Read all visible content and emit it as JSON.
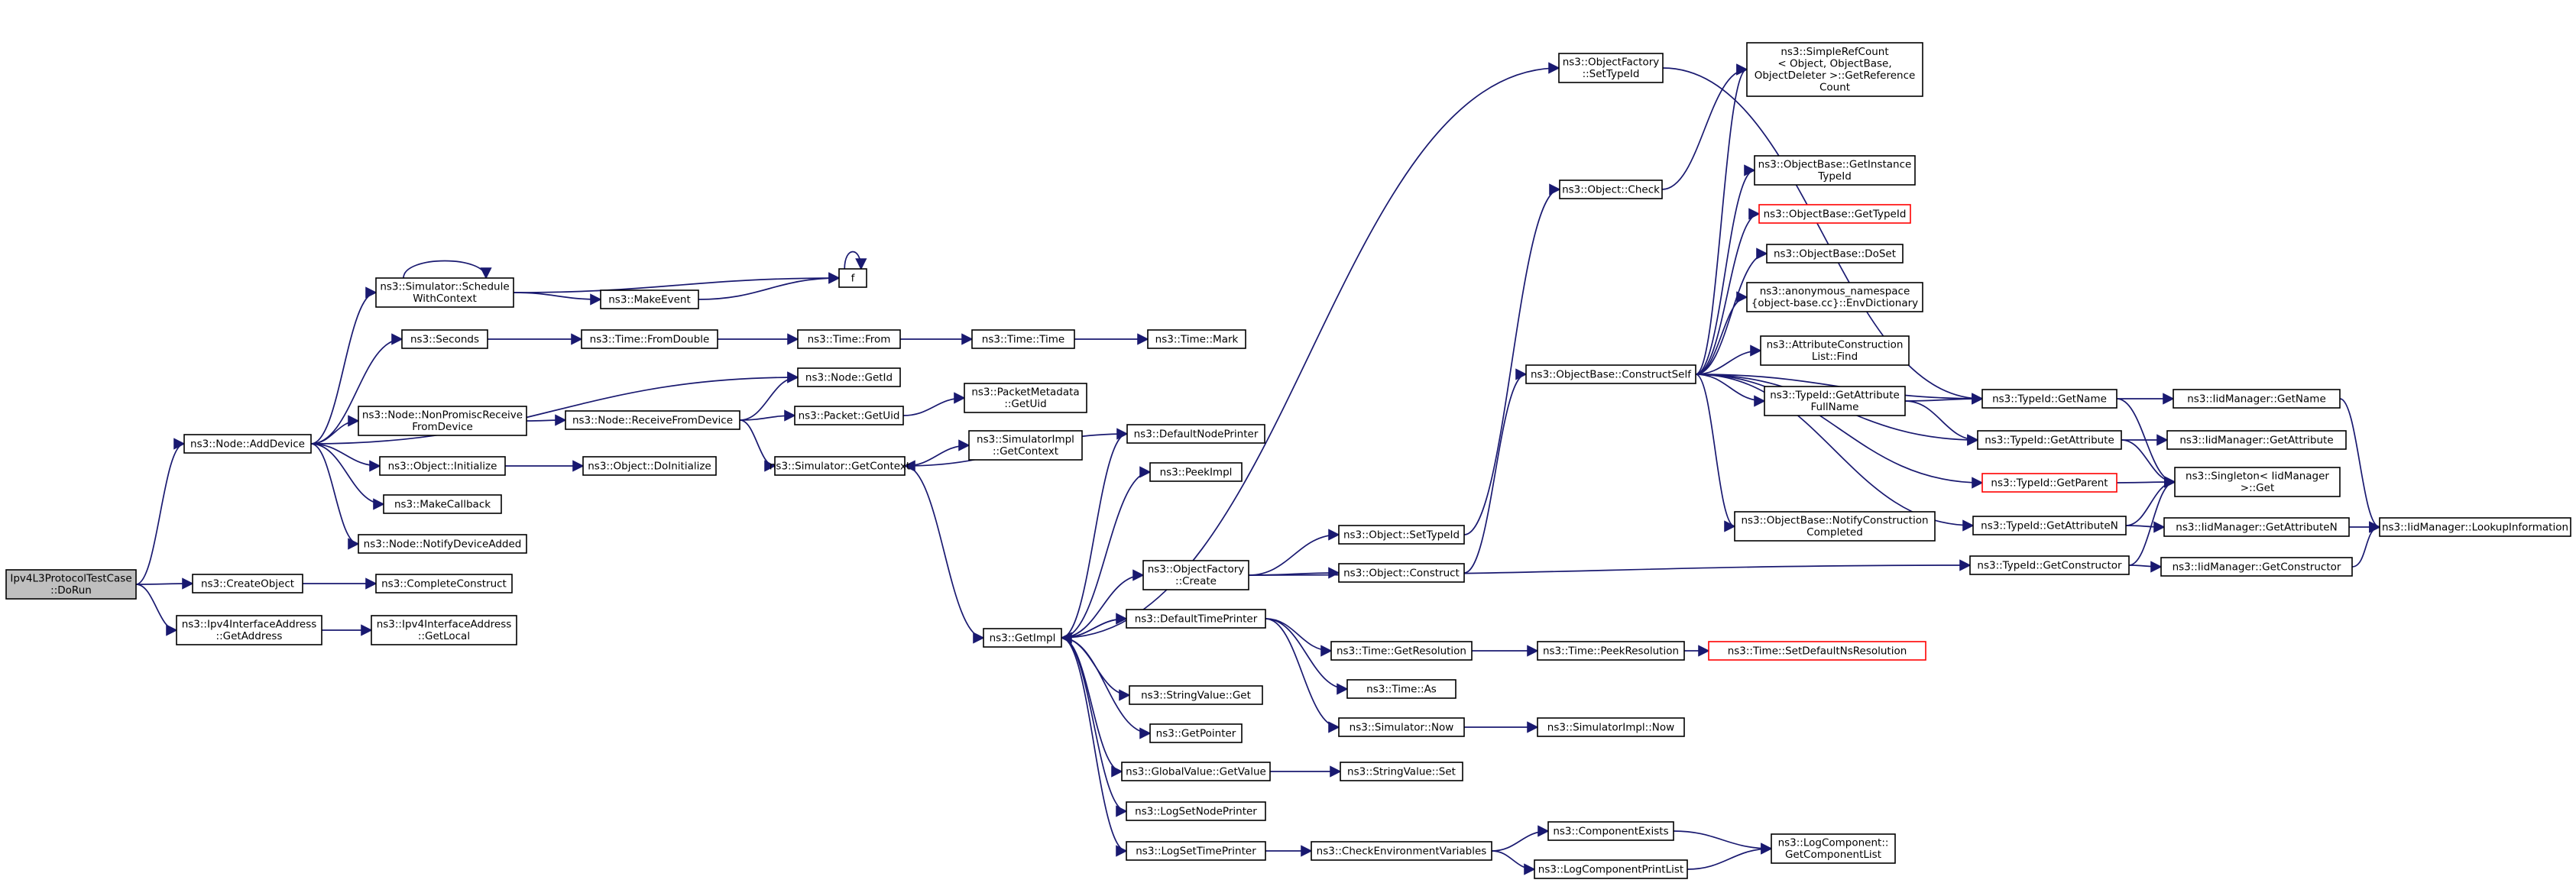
{
  "graph": {
    "root": "n1",
    "nodes": [
      {
        "id": "n1",
        "lines": [
          "Ipv4L3ProtocolTestCase",
          "::DoRun"
        ],
        "root": true
      },
      {
        "id": "n2",
        "lines": [
          "ns3::Node::AddDevice"
        ]
      },
      {
        "id": "n3",
        "lines": [
          "ns3::CreateObject"
        ]
      },
      {
        "id": "n4",
        "lines": [
          "ns3::Ipv4InterfaceAddress",
          "::GetAddress"
        ]
      },
      {
        "id": "n5",
        "lines": [
          "ns3::Simulator::Schedule",
          "WithContext"
        ]
      },
      {
        "id": "n6",
        "lines": [
          "ns3::Seconds"
        ]
      },
      {
        "id": "n7",
        "lines": [
          "ns3::Node::GetId"
        ]
      },
      {
        "id": "n8",
        "lines": [
          "ns3::Node::NonPromiscReceive",
          "FromDevice"
        ]
      },
      {
        "id": "n9",
        "lines": [
          "ns3::Object::Initialize"
        ]
      },
      {
        "id": "n10",
        "lines": [
          "ns3::MakeCallback"
        ]
      },
      {
        "id": "n11",
        "lines": [
          "ns3::Node::NotifyDeviceAdded"
        ]
      },
      {
        "id": "n12",
        "lines": [
          "ns3::CompleteConstruct"
        ]
      },
      {
        "id": "n13",
        "lines": [
          "ns3::Ipv4InterfaceAddress",
          "::GetLocal"
        ]
      },
      {
        "id": "n14",
        "lines": [
          "ns3::MakeEvent"
        ]
      },
      {
        "id": "n15",
        "lines": [
          "f"
        ]
      },
      {
        "id": "n16",
        "lines": [
          "ns3::Time::FromDouble"
        ]
      },
      {
        "id": "n17",
        "lines": [
          "ns3::Time::From"
        ]
      },
      {
        "id": "n18",
        "lines": [
          "ns3::Time::Time"
        ]
      },
      {
        "id": "n19",
        "lines": [
          "ns3::Time::Mark"
        ]
      },
      {
        "id": "n20",
        "lines": [
          "ns3::Node::ReceiveFromDevice"
        ]
      },
      {
        "id": "n21",
        "lines": [
          "ns3::Packet::GetUid"
        ]
      },
      {
        "id": "n22",
        "lines": [
          "ns3::PacketMetadata",
          "::GetUid"
        ]
      },
      {
        "id": "n23",
        "lines": [
          "ns3::Simulator::GetContext"
        ]
      },
      {
        "id": "n24",
        "lines": [
          "ns3::SimulatorImpl",
          "::GetContext"
        ]
      },
      {
        "id": "n25",
        "lines": [
          "ns3::Object::DoInitialize"
        ]
      },
      {
        "id": "n26",
        "lines": [
          "ns3::GetImpl"
        ]
      },
      {
        "id": "n27",
        "lines": [
          "ns3::DefaultNodePrinter"
        ]
      },
      {
        "id": "n28",
        "lines": [
          "ns3::PeekImpl"
        ]
      },
      {
        "id": "n29",
        "lines": [
          "ns3::ObjectFactory",
          "::Create"
        ]
      },
      {
        "id": "n30",
        "lines": [
          "ns3::DefaultTimePrinter"
        ]
      },
      {
        "id": "n31",
        "lines": [
          "ns3::StringValue::Get"
        ]
      },
      {
        "id": "n32",
        "lines": [
          "ns3::GetPointer"
        ]
      },
      {
        "id": "n33",
        "lines": [
          "ns3::GlobalValue::GetValue"
        ]
      },
      {
        "id": "n34",
        "lines": [
          "ns3::LogSetNodePrinter"
        ]
      },
      {
        "id": "n35",
        "lines": [
          "ns3::LogSetTimePrinter"
        ]
      },
      {
        "id": "n36",
        "lines": [
          "ns3::ObjectFactory",
          "::SetTypeId"
        ]
      },
      {
        "id": "n37",
        "lines": [
          "ns3::Object::Check"
        ]
      },
      {
        "id": "n38",
        "lines": [
          "ns3::Object::SetTypeId"
        ]
      },
      {
        "id": "n39",
        "lines": [
          "ns3::Object::Construct"
        ]
      },
      {
        "id": "n40",
        "lines": [
          "ns3::ObjectBase::ConstructSelf"
        ]
      },
      {
        "id": "n41",
        "lines": [
          "ns3::Time::GetResolution"
        ]
      },
      {
        "id": "n42",
        "lines": [
          "ns3::Time::As"
        ]
      },
      {
        "id": "n43",
        "lines": [
          "ns3::Simulator::Now"
        ]
      },
      {
        "id": "n44",
        "lines": [
          "ns3::StringValue::Set"
        ]
      },
      {
        "id": "n45",
        "lines": [
          "ns3::CheckEnvironmentVariables"
        ]
      },
      {
        "id": "n46",
        "lines": [
          "ns3::SimpleRefCount",
          "< Object, ObjectBase,",
          "ObjectDeleter >::GetReference",
          "Count"
        ]
      },
      {
        "id": "n47",
        "lines": [
          "ns3::ObjectBase::GetInstance",
          "TypeId"
        ]
      },
      {
        "id": "n48",
        "lines": [
          "ns3::ObjectBase::GetTypeId"
        ],
        "truncated": true
      },
      {
        "id": "n49",
        "lines": [
          "ns3::ObjectBase::DoSet"
        ]
      },
      {
        "id": "n50",
        "lines": [
          "ns3::anonymous_namespace",
          "{object-base.cc}::EnvDictionary"
        ]
      },
      {
        "id": "n51",
        "lines": [
          "ns3::AttributeConstruction",
          "List::Find"
        ]
      },
      {
        "id": "n52",
        "lines": [
          "ns3::TypeId::GetAttribute",
          "FullName"
        ]
      },
      {
        "id": "n53",
        "lines": [
          "ns3::ObjectBase::NotifyConstruction",
          "Completed"
        ]
      },
      {
        "id": "n54",
        "lines": [
          "ns3::Time::PeekResolution"
        ]
      },
      {
        "id": "n55",
        "lines": [
          "ns3::SimulatorImpl::Now"
        ]
      },
      {
        "id": "n56",
        "lines": [
          "ns3::ComponentExists"
        ]
      },
      {
        "id": "n57",
        "lines": [
          "ns3::LogComponentPrintList"
        ]
      },
      {
        "id": "n58",
        "lines": [
          "ns3::TypeId::GetName"
        ]
      },
      {
        "id": "n59",
        "lines": [
          "ns3::TypeId::GetAttribute"
        ]
      },
      {
        "id": "n60",
        "lines": [
          "ns3::TypeId::GetParent"
        ],
        "truncated": true
      },
      {
        "id": "n61",
        "lines": [
          "ns3::TypeId::GetAttributeN"
        ]
      },
      {
        "id": "n62",
        "lines": [
          "ns3::TypeId::GetConstructor"
        ]
      },
      {
        "id": "n63",
        "lines": [
          "ns3::Time::SetDefaultNsResolution"
        ],
        "truncated": true
      },
      {
        "id": "n64",
        "lines": [
          "ns3::LogComponent::",
          "GetComponentList"
        ]
      },
      {
        "id": "n65",
        "lines": [
          "ns3::IidManager::GetName"
        ]
      },
      {
        "id": "n66",
        "lines": [
          "ns3::IidManager::GetAttribute"
        ]
      },
      {
        "id": "n67",
        "lines": [
          "ns3::Singleton< IidManager",
          ">::Get"
        ]
      },
      {
        "id": "n68",
        "lines": [
          "ns3::IidManager::GetAttributeN"
        ]
      },
      {
        "id": "n69",
        "lines": [
          "ns3::IidManager::GetConstructor"
        ]
      },
      {
        "id": "n70",
        "lines": [
          "ns3::IidManager::LookupInformation"
        ]
      }
    ],
    "edges": [
      [
        "n1",
        "n2"
      ],
      [
        "n1",
        "n3"
      ],
      [
        "n1",
        "n4"
      ],
      [
        "n2",
        "n5"
      ],
      [
        "n2",
        "n6"
      ],
      [
        "n2",
        "n7"
      ],
      [
        "n2",
        "n8"
      ],
      [
        "n2",
        "n9"
      ],
      [
        "n2",
        "n10"
      ],
      [
        "n2",
        "n11"
      ],
      [
        "n5",
        "n5"
      ],
      [
        "n5",
        "n14"
      ],
      [
        "n5",
        "n15"
      ],
      [
        "n14",
        "n15"
      ],
      [
        "n15",
        "n15"
      ],
      [
        "n6",
        "n16"
      ],
      [
        "n16",
        "n17"
      ],
      [
        "n17",
        "n18"
      ],
      [
        "n18",
        "n19"
      ],
      [
        "n8",
        "n20"
      ],
      [
        "n20",
        "n7"
      ],
      [
        "n20",
        "n21"
      ],
      [
        "n20",
        "n23"
      ],
      [
        "n21",
        "n22"
      ],
      [
        "n23",
        "n24"
      ],
      [
        "n23",
        "n26"
      ],
      [
        "n9",
        "n25"
      ],
      [
        "n3",
        "n12"
      ],
      [
        "n4",
        "n13"
      ],
      [
        "n26",
        "n27"
      ],
      [
        "n26",
        "n28"
      ],
      [
        "n26",
        "n29"
      ],
      [
        "n26",
        "n30"
      ],
      [
        "n26",
        "n31"
      ],
      [
        "n26",
        "n32"
      ],
      [
        "n26",
        "n33"
      ],
      [
        "n26",
        "n34"
      ],
      [
        "n26",
        "n35"
      ],
      [
        "n26",
        "n36"
      ],
      [
        "n27",
        "n23"
      ],
      [
        "n30",
        "n26"
      ],
      [
        "n29",
        "n38"
      ],
      [
        "n29",
        "n39"
      ],
      [
        "n29",
        "n62"
      ],
      [
        "n30",
        "n41"
      ],
      [
        "n30",
        "n42"
      ],
      [
        "n30",
        "n43"
      ],
      [
        "n33",
        "n44"
      ],
      [
        "n35",
        "n45"
      ],
      [
        "n36",
        "n58"
      ],
      [
        "n38",
        "n37"
      ],
      [
        "n37",
        "n46"
      ],
      [
        "n39",
        "n40"
      ],
      [
        "n40",
        "n47"
      ],
      [
        "n40",
        "n48"
      ],
      [
        "n40",
        "n49"
      ],
      [
        "n40",
        "n50"
      ],
      [
        "n40",
        "n51"
      ],
      [
        "n40",
        "n52"
      ],
      [
        "n40",
        "n53"
      ],
      [
        "n40",
        "n58"
      ],
      [
        "n40",
        "n59"
      ],
      [
        "n40",
        "n60"
      ],
      [
        "n40",
        "n61"
      ],
      [
        "n40",
        "n46"
      ],
      [
        "n41",
        "n54"
      ],
      [
        "n54",
        "n63"
      ],
      [
        "n43",
        "n55"
      ],
      [
        "n45",
        "n56"
      ],
      [
        "n45",
        "n57"
      ],
      [
        "n56",
        "n64"
      ],
      [
        "n57",
        "n64"
      ],
      [
        "n52",
        "n58"
      ],
      [
        "n52",
        "n59"
      ],
      [
        "n58",
        "n65"
      ],
      [
        "n58",
        "n67"
      ],
      [
        "n59",
        "n66"
      ],
      [
        "n59",
        "n67"
      ],
      [
        "n60",
        "n67"
      ],
      [
        "n61",
        "n68"
      ],
      [
        "n61",
        "n67"
      ],
      [
        "n62",
        "n69"
      ],
      [
        "n62",
        "n67"
      ],
      [
        "n65",
        "n70"
      ],
      [
        "n68",
        "n70"
      ],
      [
        "n69",
        "n70"
      ]
    ]
  }
}
